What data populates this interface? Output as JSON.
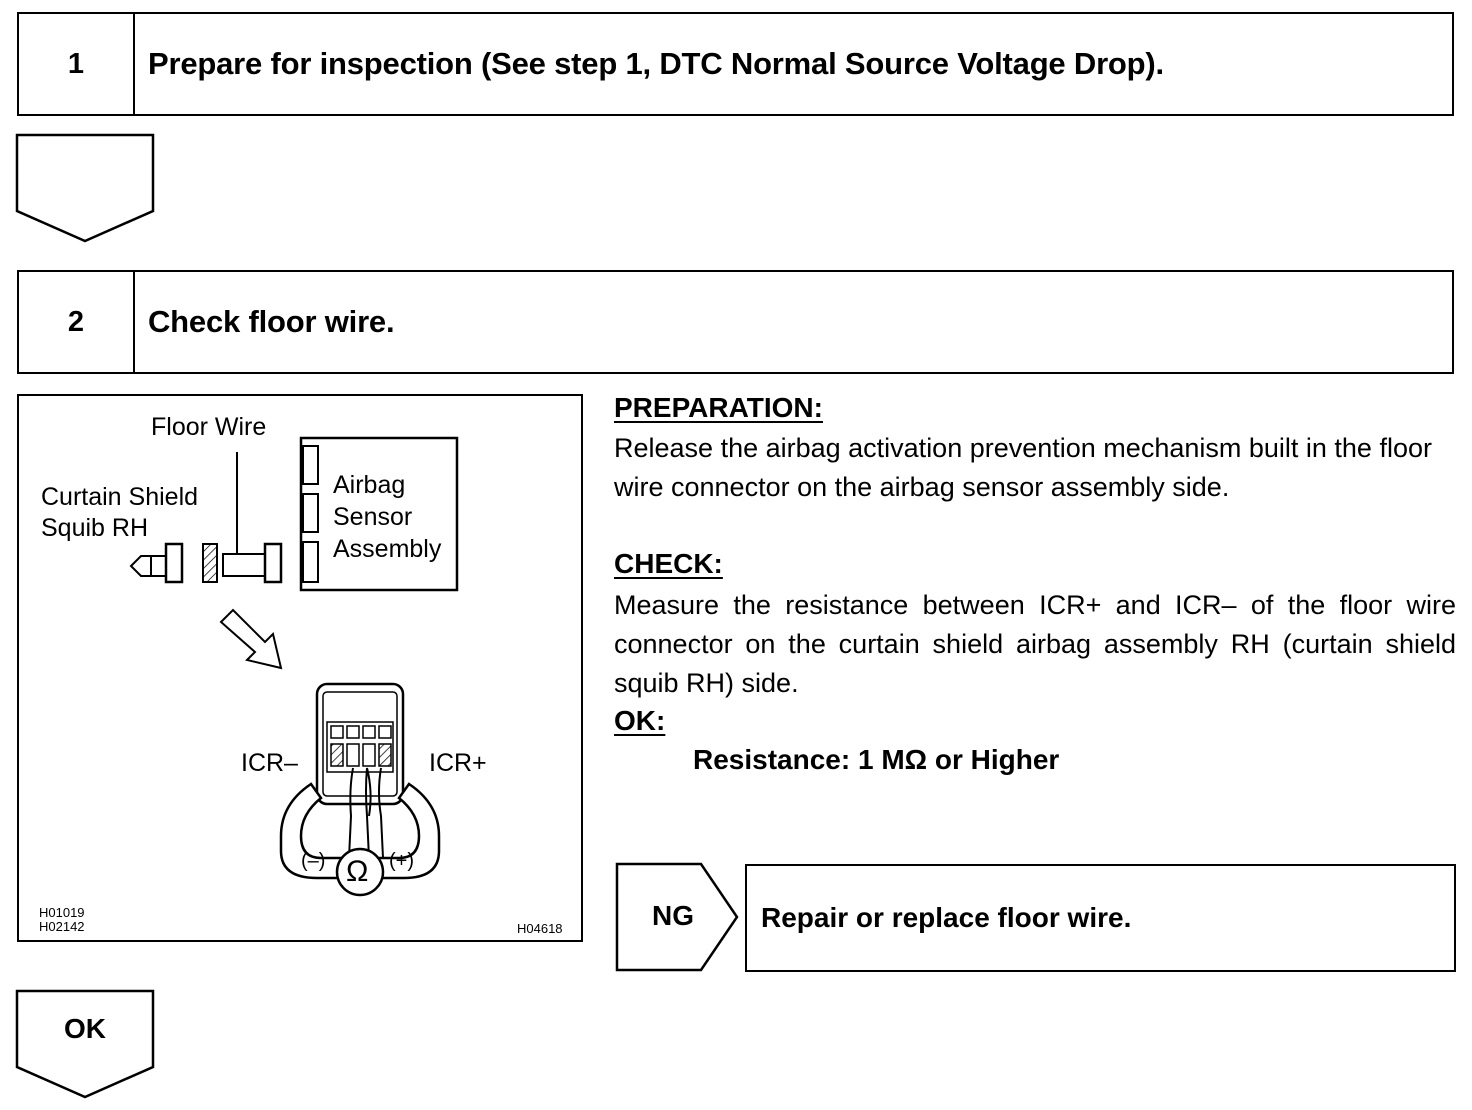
{
  "steps": [
    {
      "number": "1",
      "title": "Prepare for inspection (See step 1, DTC Normal Source Voltage Drop)."
    },
    {
      "number": "2",
      "title": "Check floor wire."
    }
  ],
  "figure": {
    "label_floor_wire": "Floor Wire",
    "label_curtain_line1": "Curtain Shield",
    "label_curtain_line2": "Squib RH",
    "label_airbag_line1": "Airbag",
    "label_airbag_line2": "Sensor",
    "label_airbag_line3": "Assembly",
    "label_icr_minus": "ICR–",
    "label_icr_plus": "ICR+",
    "meter_minus": "(–)",
    "meter_plus": "(+)",
    "meter_symbol": "Ω",
    "code_left_1": "H01019",
    "code_left_2": "H02142",
    "code_right": "H04618"
  },
  "preparation": {
    "title": "PREPARATION:",
    "text": "Release the airbag activation prevention mechanism built in the floor wire connector on the airbag sensor assembly side."
  },
  "check": {
    "title": "CHECK:",
    "text": "Measure the resistance between ICR+ and ICR– of the floor wire connector on the curtain shield airbag assembly RH (curtain shield squib RH) side.",
    "ok_title": "OK:",
    "ok_spec": "Resistance: 1 MΩ or Higher"
  },
  "ng": {
    "label": "NG",
    "action": "Repair or replace floor wire."
  },
  "ok_label": "OK"
}
